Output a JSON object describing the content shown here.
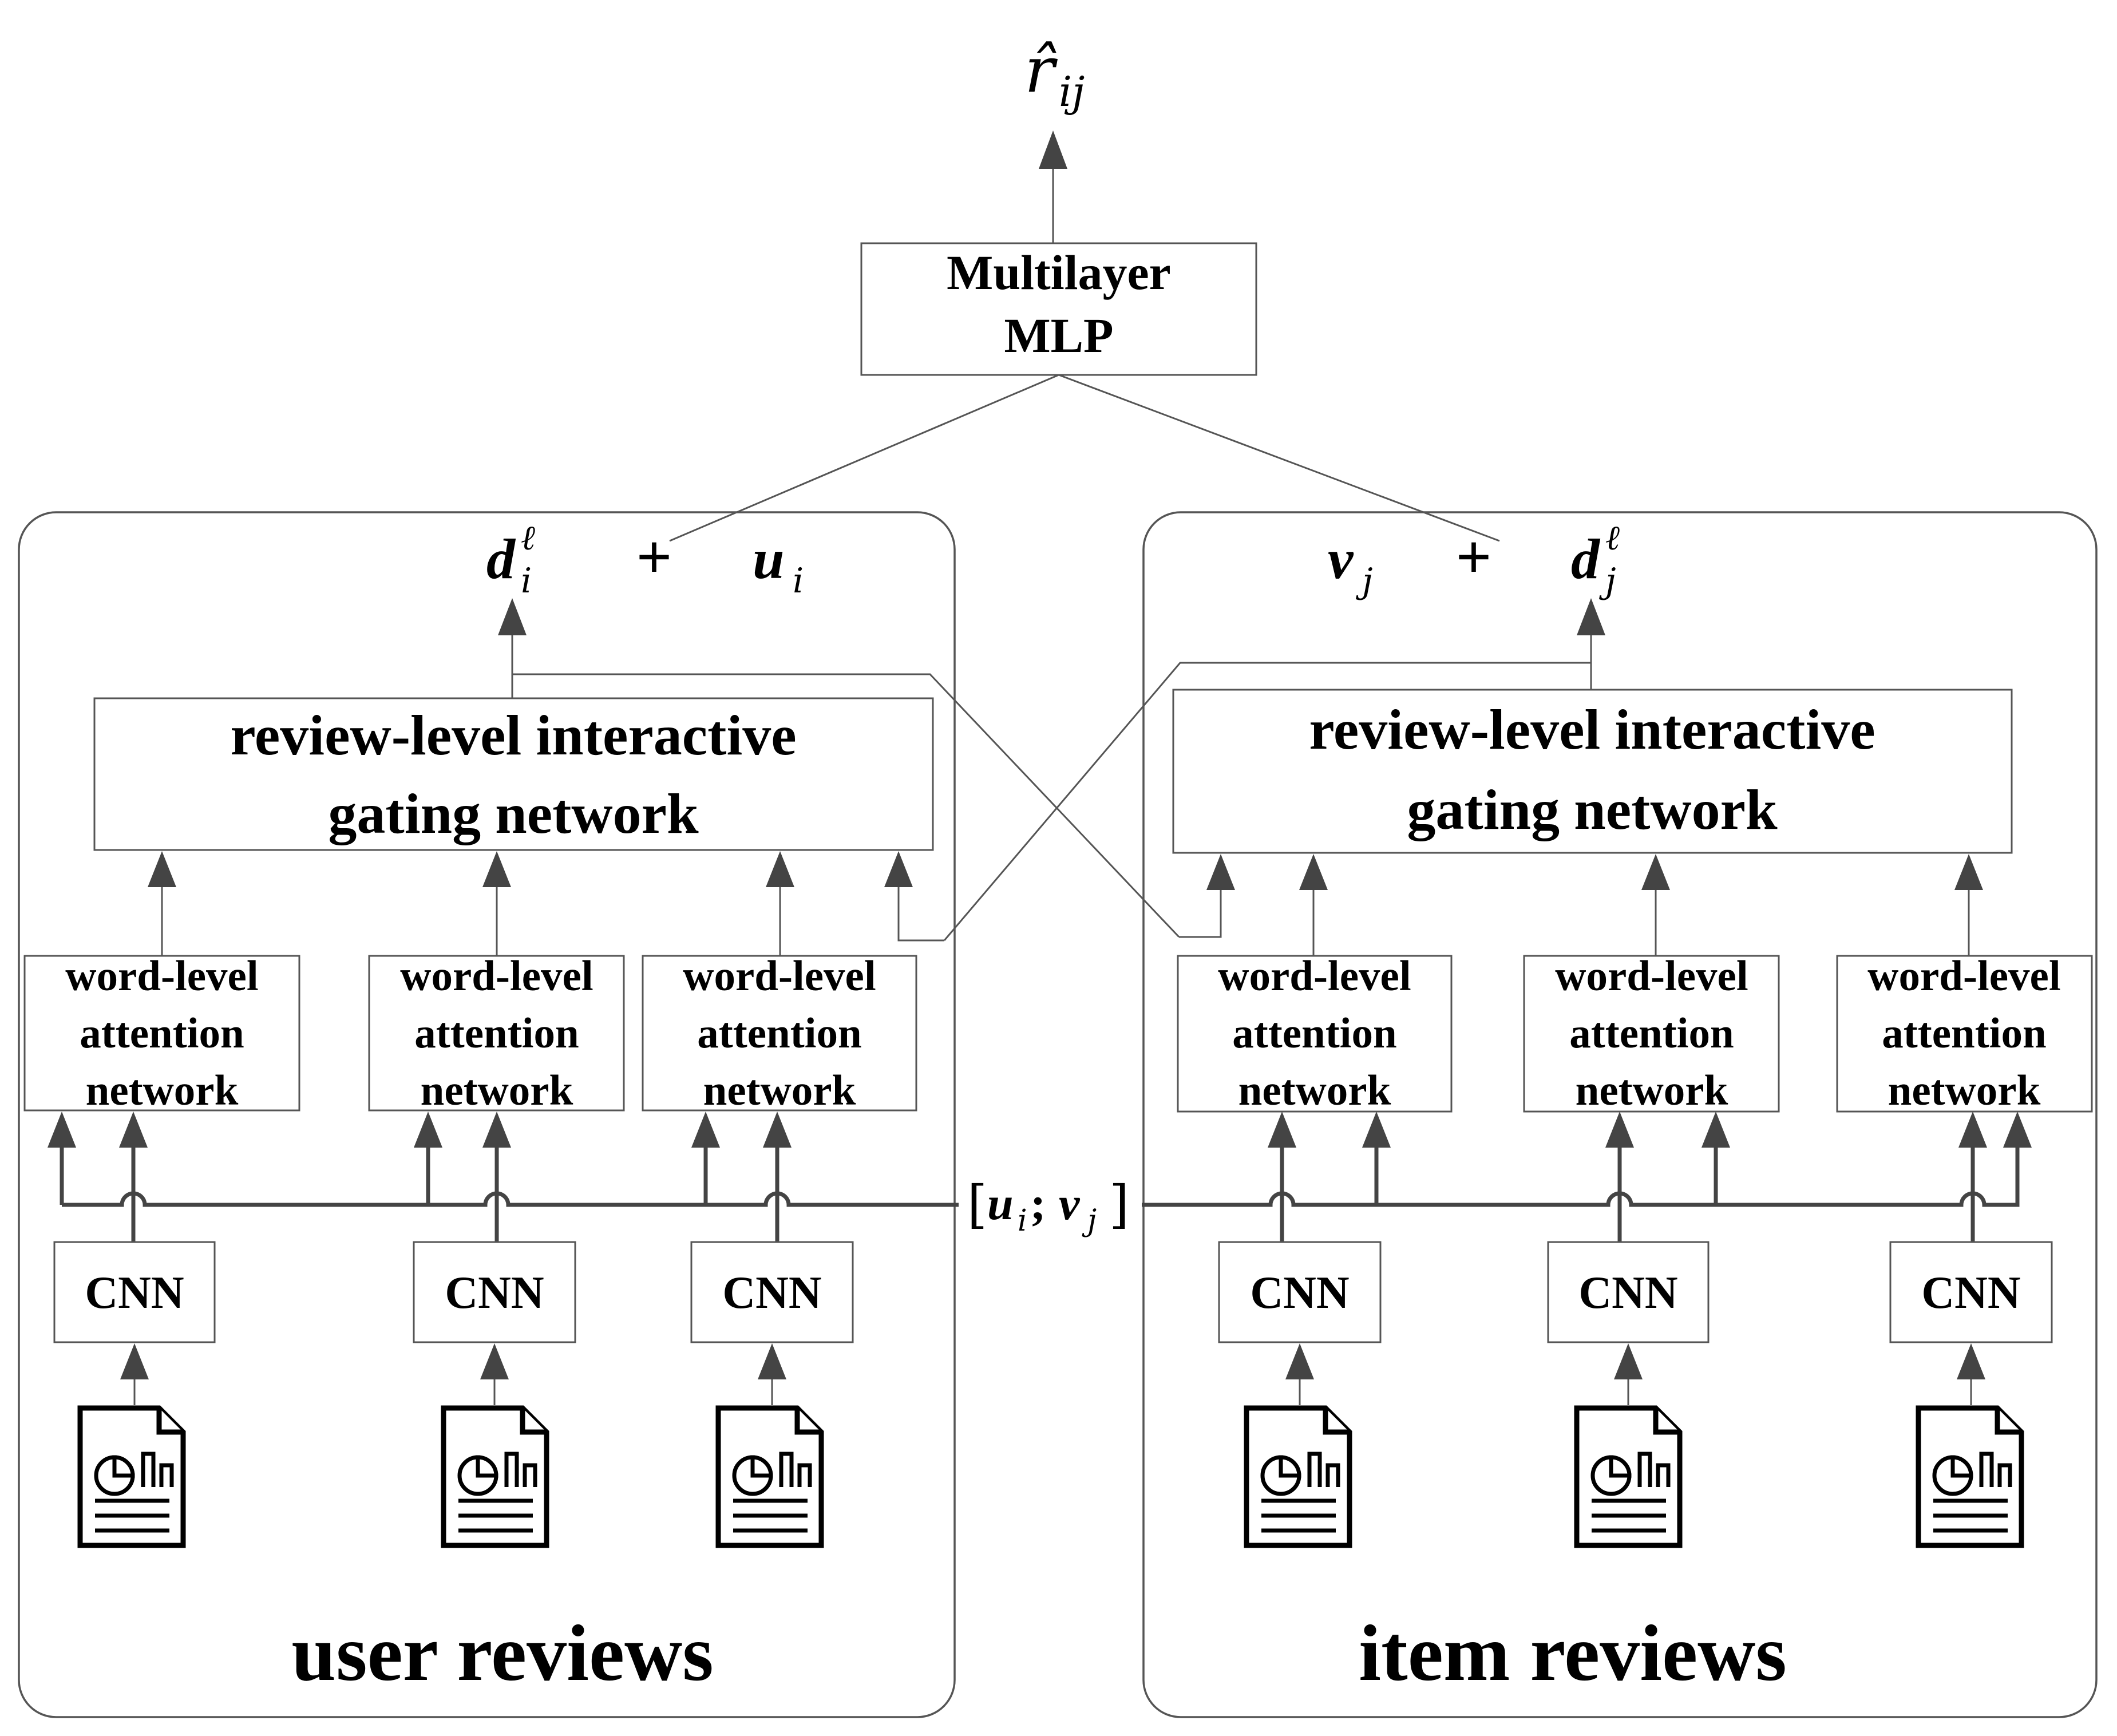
{
  "prediction": {
    "symbol": "r̂",
    "subscript": "ij"
  },
  "mlp": {
    "line1": "Multilayer",
    "line2": "MLP"
  },
  "user_panel": {
    "title": "user reviews",
    "d_symbol": "d",
    "d_sub": "i",
    "d_sup": "ℓ",
    "plus": "+",
    "vec_symbol": "u",
    "vec_sub": "i",
    "gate_line1": "review-level interactive",
    "gate_line2": "gating network",
    "attention": [
      {
        "line1": "word-level",
        "line2": "attention",
        "line3": "network"
      },
      {
        "line1": "word-level",
        "line2": "attention",
        "line3": "network"
      },
      {
        "line1": "word-level",
        "line2": "attention",
        "line3": "network"
      }
    ],
    "cnn": [
      "CNN",
      "CNN",
      "CNN"
    ]
  },
  "item_panel": {
    "title": "item reviews",
    "vec_symbol": "v",
    "vec_sub": "j",
    "plus": "+",
    "d_symbol": "d",
    "d_sub": "j",
    "d_sup": "ℓ",
    "gate_line1": "review-level interactive",
    "gate_line2": "gating network",
    "attention": [
      {
        "line1": "word-level",
        "line2": "attention",
        "line3": "network"
      },
      {
        "line1": "word-level",
        "line2": "attention",
        "line3": "network"
      },
      {
        "line1": "word-level",
        "line2": "attention",
        "line3": "network"
      }
    ],
    "cnn": [
      "CNN",
      "CNN",
      "CNN"
    ]
  },
  "concat": {
    "open": "[",
    "u": "u",
    "u_sub": "i",
    "sep": ";",
    "v": "v",
    "v_sub": "j",
    "close": "]"
  },
  "icons": [
    "document-chart-icon"
  ]
}
